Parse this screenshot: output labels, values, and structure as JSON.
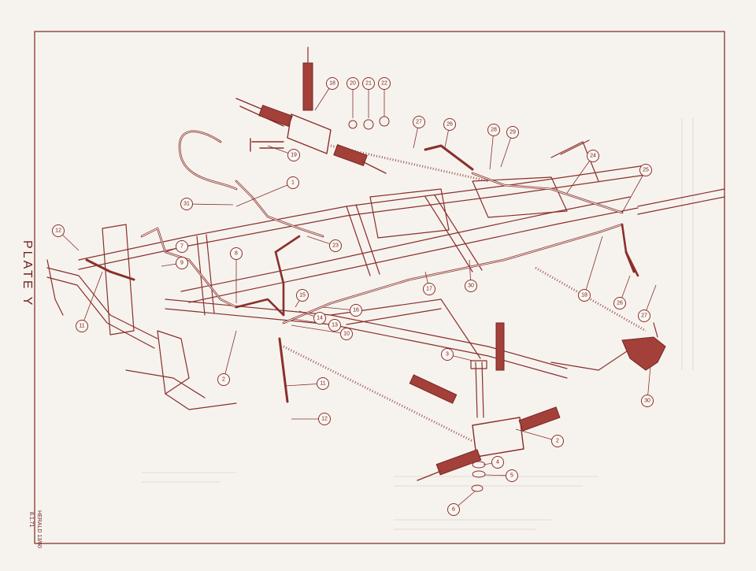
{
  "plate_label": "PLATE Y",
  "model_label": "HERALD 13/60",
  "page_ref": "8.1.71",
  "colors": {
    "ink": "#8a2f2c",
    "paper": "#f6f3ee"
  },
  "callouts": [
    {
      "id": "c1",
      "label": "1"
    },
    {
      "id": "c2a",
      "label": "2"
    },
    {
      "id": "c2b",
      "label": "2"
    },
    {
      "id": "c3",
      "label": "3"
    },
    {
      "id": "c4",
      "label": "4"
    },
    {
      "id": "c5",
      "label": "5"
    },
    {
      "id": "c6",
      "label": "6"
    },
    {
      "id": "c7",
      "label": "7"
    },
    {
      "id": "c8",
      "label": "8"
    },
    {
      "id": "c9",
      "label": "9"
    },
    {
      "id": "c10",
      "label": "10"
    },
    {
      "id": "c11a",
      "label": "11"
    },
    {
      "id": "c11b",
      "label": "11"
    },
    {
      "id": "c12a",
      "label": "12"
    },
    {
      "id": "c12b",
      "label": "12"
    },
    {
      "id": "c13",
      "label": "13"
    },
    {
      "id": "c14",
      "label": "14"
    },
    {
      "id": "c15",
      "label": "15"
    },
    {
      "id": "c16",
      "label": "16"
    },
    {
      "id": "c17",
      "label": "17"
    },
    {
      "id": "c18a",
      "label": "18"
    },
    {
      "id": "c18b",
      "label": "18"
    },
    {
      "id": "c19",
      "label": "19"
    },
    {
      "id": "c20",
      "label": "20"
    },
    {
      "id": "c21",
      "label": "21"
    },
    {
      "id": "c22",
      "label": "22"
    },
    {
      "id": "c23",
      "label": "23"
    },
    {
      "id": "c24",
      "label": "24"
    },
    {
      "id": "c25",
      "label": "25"
    },
    {
      "id": "c26a",
      "label": "26"
    },
    {
      "id": "c26b",
      "label": "26"
    },
    {
      "id": "c27a",
      "label": "27"
    },
    {
      "id": "c27b",
      "label": "27"
    },
    {
      "id": "c28",
      "label": "28"
    },
    {
      "id": "c29",
      "label": "29"
    },
    {
      "id": "c30a",
      "label": "30"
    },
    {
      "id": "c30b",
      "label": "30"
    },
    {
      "id": "c31",
      "label": "31"
    }
  ]
}
